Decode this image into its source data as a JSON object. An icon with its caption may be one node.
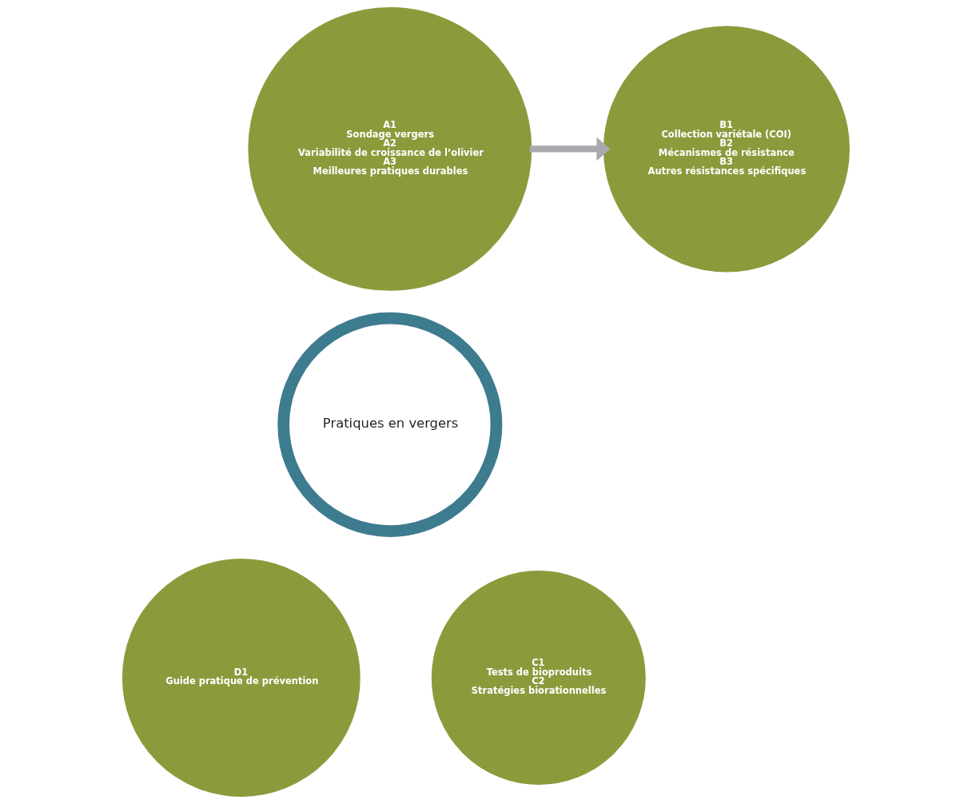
{
  "diagram": {
    "nodes": [
      {
        "text": [
          "A1",
          "Sondage vergers",
          "A2",
          "Variabilité de croissance de l’olivier",
          "A3",
          "Meilleures pratiques durables"
        ]
      },
      {
        "text": [
          "Pratiques en vergers"
        ]
      },
      {
        "text": [
          "B1",
          "Collection variétale (COI)",
          "B2",
          "Mécanismes de résistance",
          "B3",
          "Autres résistances spécifiques"
        ]
      },
      {
        "text": [
          "D1",
          "Guide pratique de prévention"
        ]
      },
      {
        "text": [
          "C1",
          "Tests de bioproduits",
          "C2",
          "Stratégies biorationnelles"
        ]
      }
    ],
    "edges": [
      {
        "from": 0,
        "to": 2,
        "arrow": "to",
        "color": "#a7a9ac"
      }
    ]
  }
}
